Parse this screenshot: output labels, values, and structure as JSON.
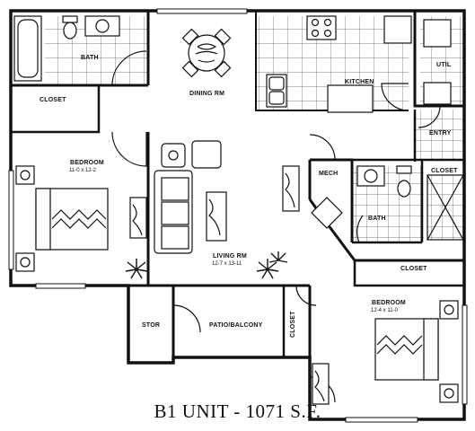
{
  "title": "B1 UNIT - 1071 S.F.",
  "rooms": {
    "bath_top": "BATH",
    "closet_left": "CLOSET",
    "dining": "DINING RM",
    "kitchen": "KITCHEN",
    "util": "UTIL",
    "entry": "ENTRY",
    "closet_entry": "CLOSET",
    "mech": "MECH",
    "bath_mid": "BATH",
    "closet_mid": "CLOSET",
    "bedroom_left": "BEDROOM",
    "bedroom_left_dim": "11-0 x 12-2",
    "living": "LIVING RM",
    "living_dim": "12-7 x 13-11",
    "bedroom_right": "BEDROOM",
    "bedroom_right_dim": "12-4 x 11-0",
    "stor": "STOR",
    "patio": "PATIO/BALCONY",
    "closet_vert": "CLOSET"
  }
}
